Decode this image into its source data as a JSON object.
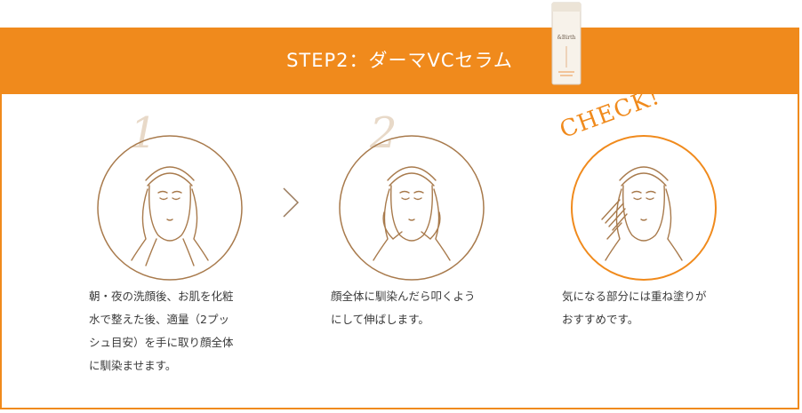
{
  "header": {
    "title": "STEP2：ダーマVCセラム",
    "bottle_label": "&Birth"
  },
  "steps": [
    {
      "number": "1",
      "description": "朝・夜の洗顔後、お肌を化粧\n水で整えた後、適量（2プッ\nシュ目安）を手に取り顔全体\nに馴染ませます。"
    },
    {
      "number": "2",
      "description": "顔全体に馴染んだら叩くよう\nにして伸ばします。"
    },
    {
      "badge": "CHECK!",
      "description": "気になる部分には重ね塗りが\nおすすめです。"
    }
  ],
  "colors": {
    "accent": "#f08a1c",
    "line": "#a87a4c",
    "number": "#e8d9c8"
  },
  "icons": [
    "face-illustration-icon",
    "chevron-right-icon",
    "serum-bottle-icon"
  ]
}
